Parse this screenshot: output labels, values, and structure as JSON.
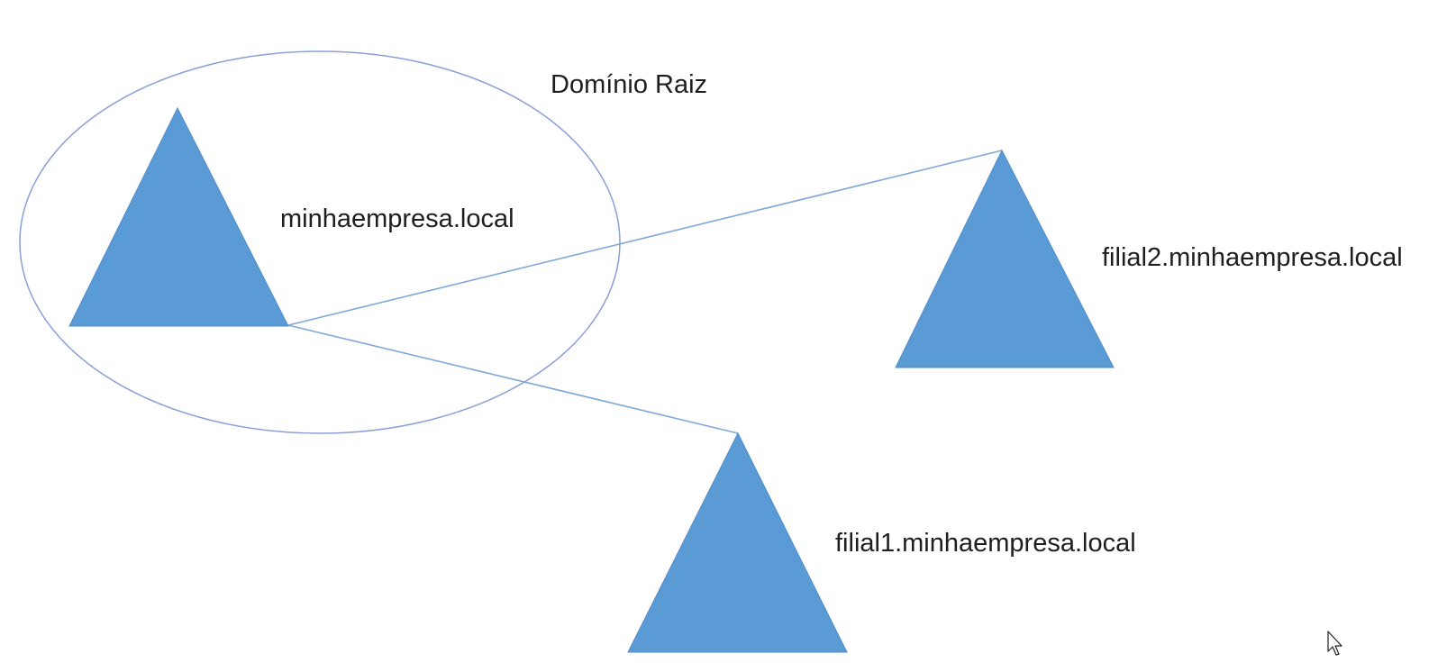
{
  "diagram": {
    "root_caption": "Domínio Raiz",
    "nodes": {
      "root": {
        "label": "minhaempresa.local"
      },
      "filial2": {
        "label": "filial2.minhaempresa.local"
      },
      "filial1": {
        "label": "filial1.minhaempresa.local"
      }
    },
    "colors": {
      "triangle_fill": "#5b9bd5",
      "connector": "#7fa8d8",
      "ellipse_stroke": "#8a9fd6"
    }
  }
}
